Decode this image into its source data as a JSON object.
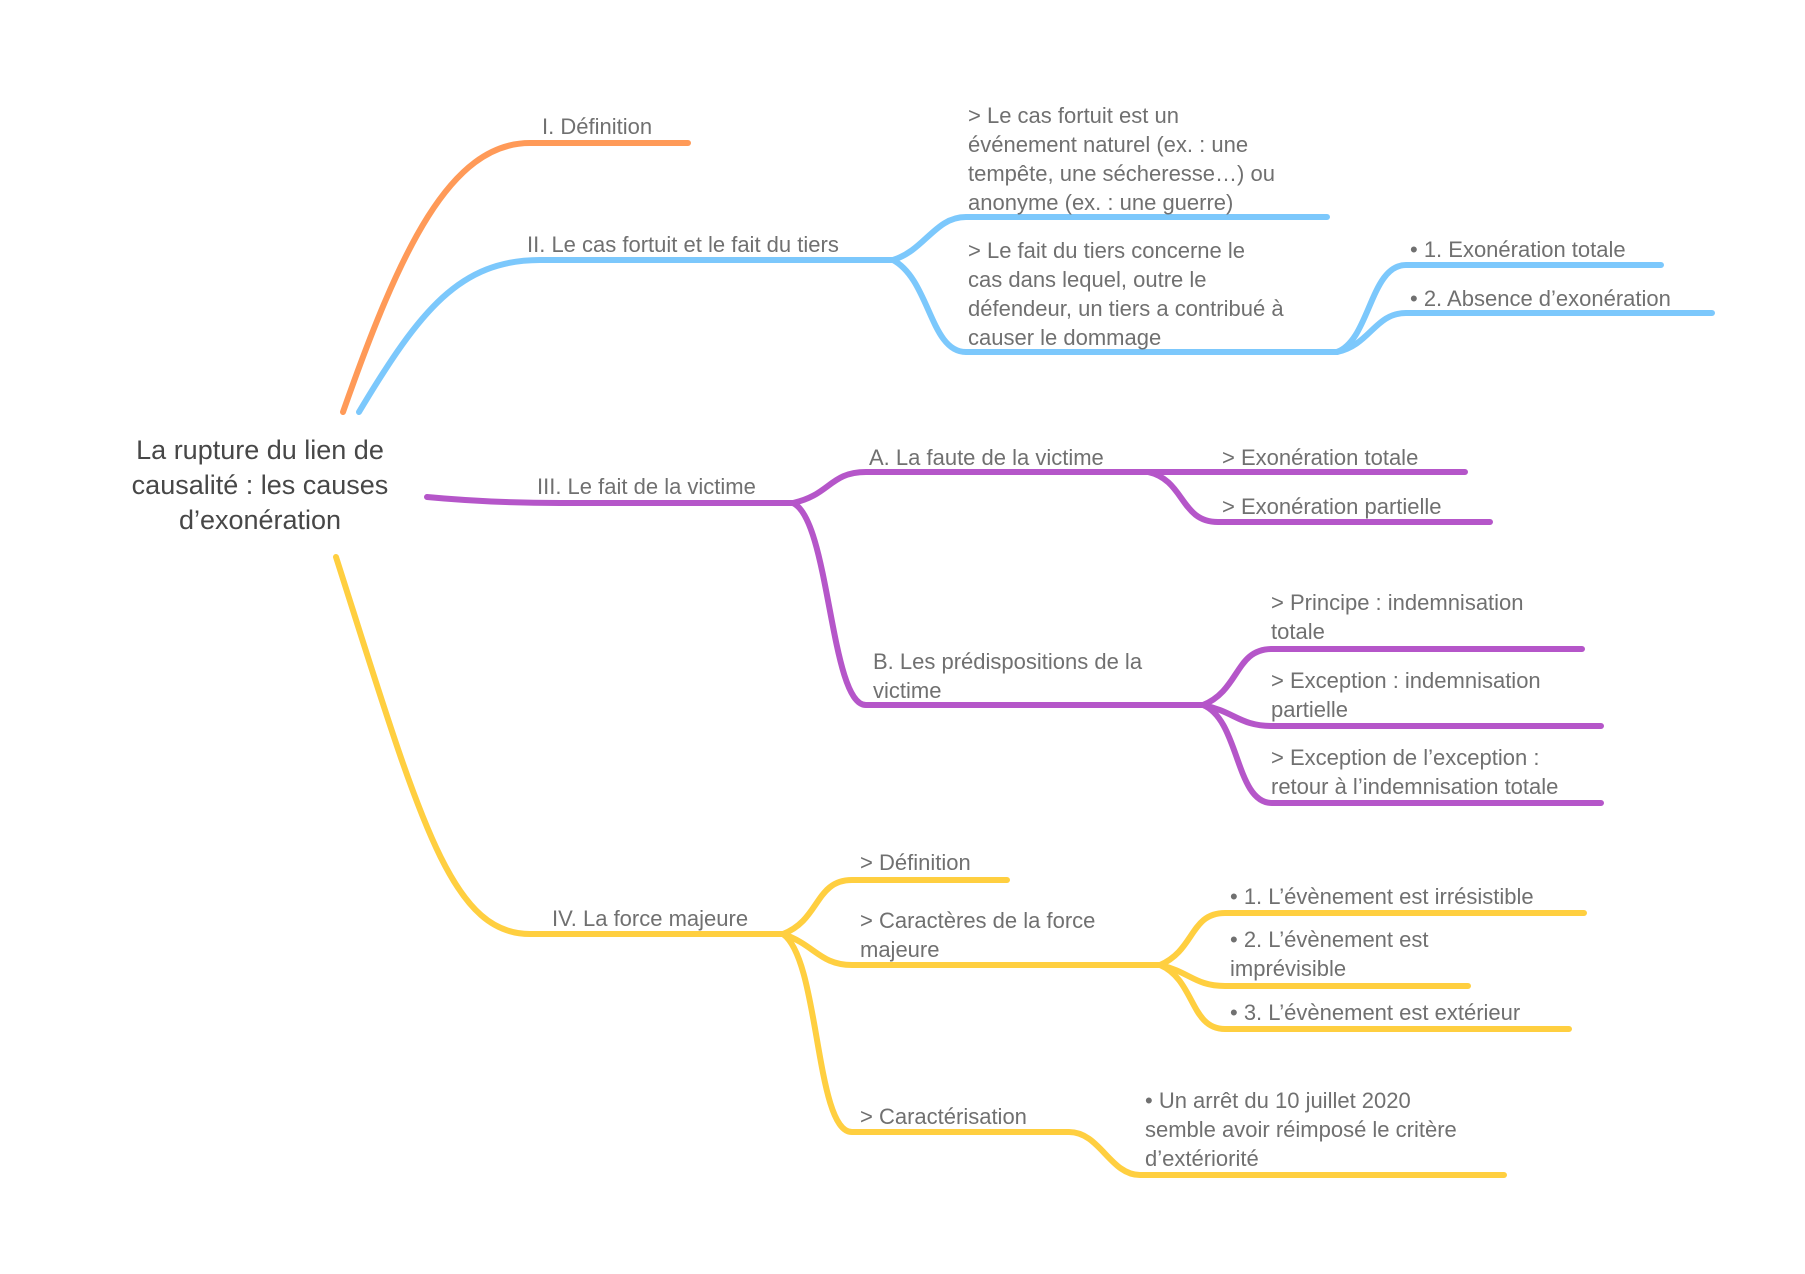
{
  "title": "La rupture du lien de\ncausalité : les causes\nd’exonération",
  "colors": {
    "branch_1": "#ff9a58",
    "branch_2": "#7cc8fc",
    "branch_3": "#b556c9",
    "branch_4": "#ffcf40",
    "text": "#707070",
    "title_text": "#474747"
  },
  "branches": {
    "b1": {
      "label": "I.   Définition"
    },
    "b2": {
      "label": "II.  Le cas fortuit et le fait du tiers",
      "children": {
        "c1": "> Le cas fortuit est un\névénement naturel (ex. : une\ntempête, une sécheresse…) ou\nanonyme (ex. : une guerre)",
        "c2": "> Le fait du tiers concerne le\ncas dans lequel, outre le\ndéfendeur, un tiers a contribué à\ncauser le dommage",
        "c2_children": {
          "g1": "• 1. Exonération totale",
          "g2": "• 2. Absence d’exonération"
        }
      }
    },
    "b3": {
      "label": "III. Le fait de la victime",
      "children": {
        "a": "A.  La faute de la victime",
        "a_children": {
          "g1": ">   Exonération totale",
          "g2": ">   Exonération partielle"
        },
        "b": "B.  Les prédispositions de la\nvictime",
        "b_children": {
          "g1": ">   Principe : indemnisation\ntotale",
          "g2": ">   Exception : indemnisation\npartielle",
          "g3": ">   Exception de l’exception :\nretour à l’indemnisation totale"
        }
      }
    },
    "b4": {
      "label": "IV. La force majeure",
      "children": {
        "d": ">   Définition",
        "c": ">   Caractères de la force\nmajeure",
        "c_children": {
          "g1": "• 1. L’évènement est irrésistible",
          "g2": "• 2. L’évènement est\nimprévisible",
          "g3": "• 3. L’évènement est extérieur"
        },
        "k": "> Caractérisation",
        "k_children": {
          "g1": "• Un arrêt du 10 juillet 2020\nsemble avoir réimposé le critère\nd’extériorité"
        }
      }
    }
  }
}
